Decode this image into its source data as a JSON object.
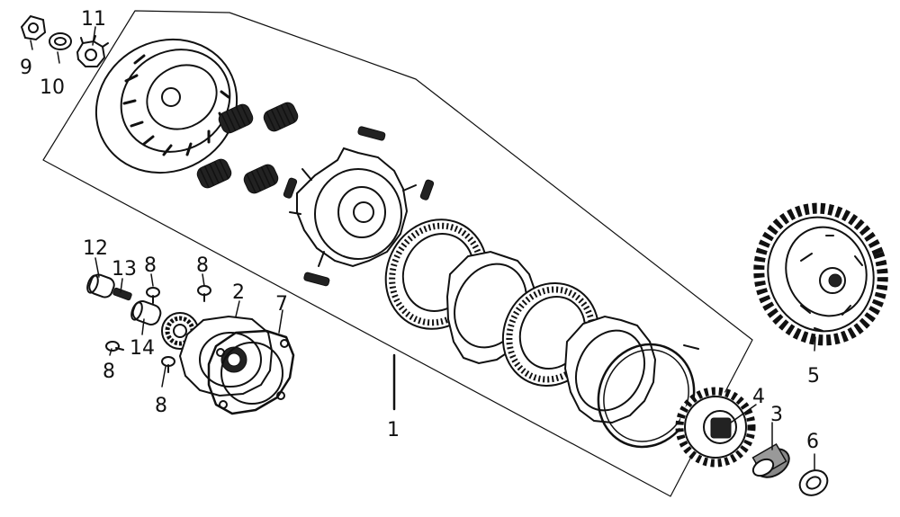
{
  "callouts": {
    "c1": "1",
    "c2": "2",
    "c3": "3",
    "c4": "4",
    "c5": "5",
    "c6": "6",
    "c7": "7",
    "c8a": "8",
    "c8b": "8",
    "c8c": "8",
    "c8d": "8",
    "c9": "9",
    "c10": "10",
    "c11": "11",
    "c12": "12",
    "c13": "13",
    "c14": "14"
  }
}
